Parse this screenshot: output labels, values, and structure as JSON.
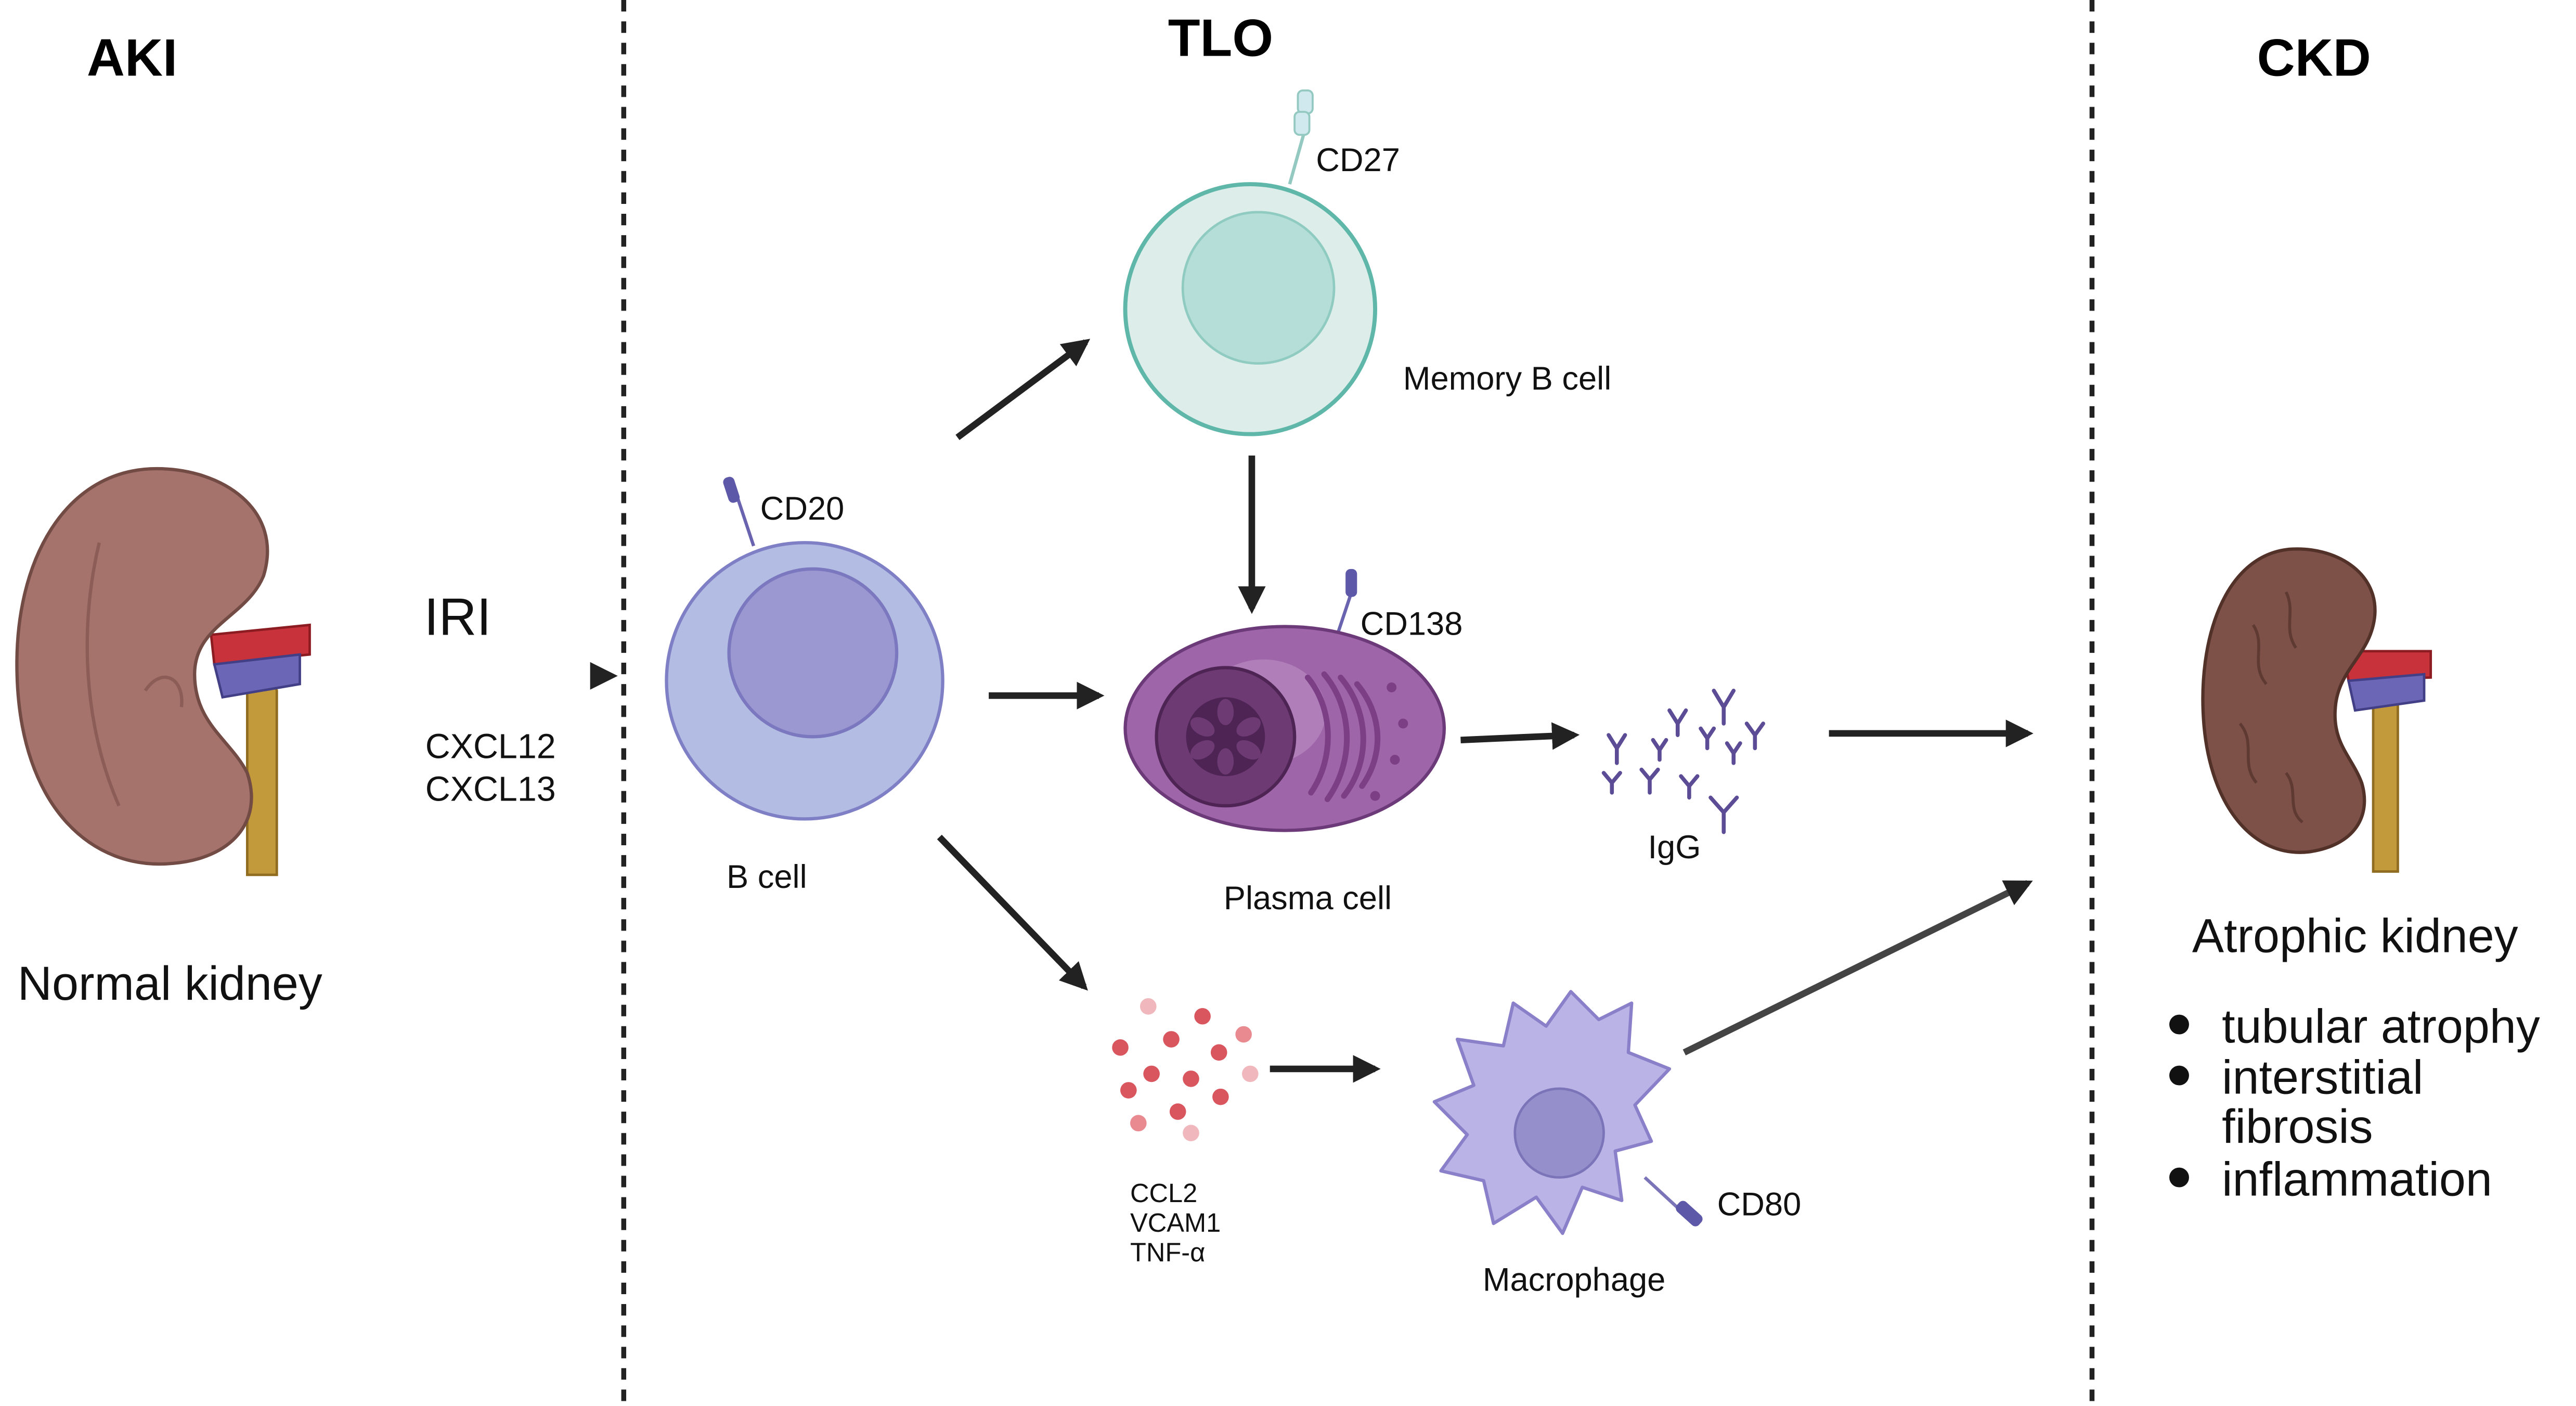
{
  "headers": {
    "aki": "AKI",
    "tlo": "TLO",
    "ckd": "CKD"
  },
  "left": {
    "trigger": "IRI",
    "chemokines": [
      "CXCL12",
      "CXCL13"
    ],
    "kidney_label": "Normal kidney"
  },
  "cells": {
    "b_cell": "B cell",
    "b_marker": "CD20",
    "memory": "Memory B cell",
    "memory_marker": "CD27",
    "plasma": "Plasma cell",
    "plasma_marker": "CD138",
    "igg": "IgG",
    "macrophage": "Macrophage",
    "macrophage_marker": "CD80",
    "mediators": [
      "CCL2",
      "VCAM1",
      "TNF-α"
    ]
  },
  "right": {
    "kidney_label": "Atrophic kidney",
    "features": [
      "tubular atrophy",
      "interstitial",
      "fibrosis",
      "inflammation"
    ]
  },
  "colors": {
    "b_cell_fill": "#b3bde3",
    "b_cell_nucleus": "#9a97d1",
    "memory_fill": "#dcedea",
    "memory_nucleus": "#b4ded7",
    "memory_stroke": "#5fb7a9",
    "plasma_fill": "#9f65a9",
    "macrophage_fill": "#bab3e6",
    "normal_kidney": "#a5736c",
    "atrophic_kidney": "#7d5148"
  }
}
